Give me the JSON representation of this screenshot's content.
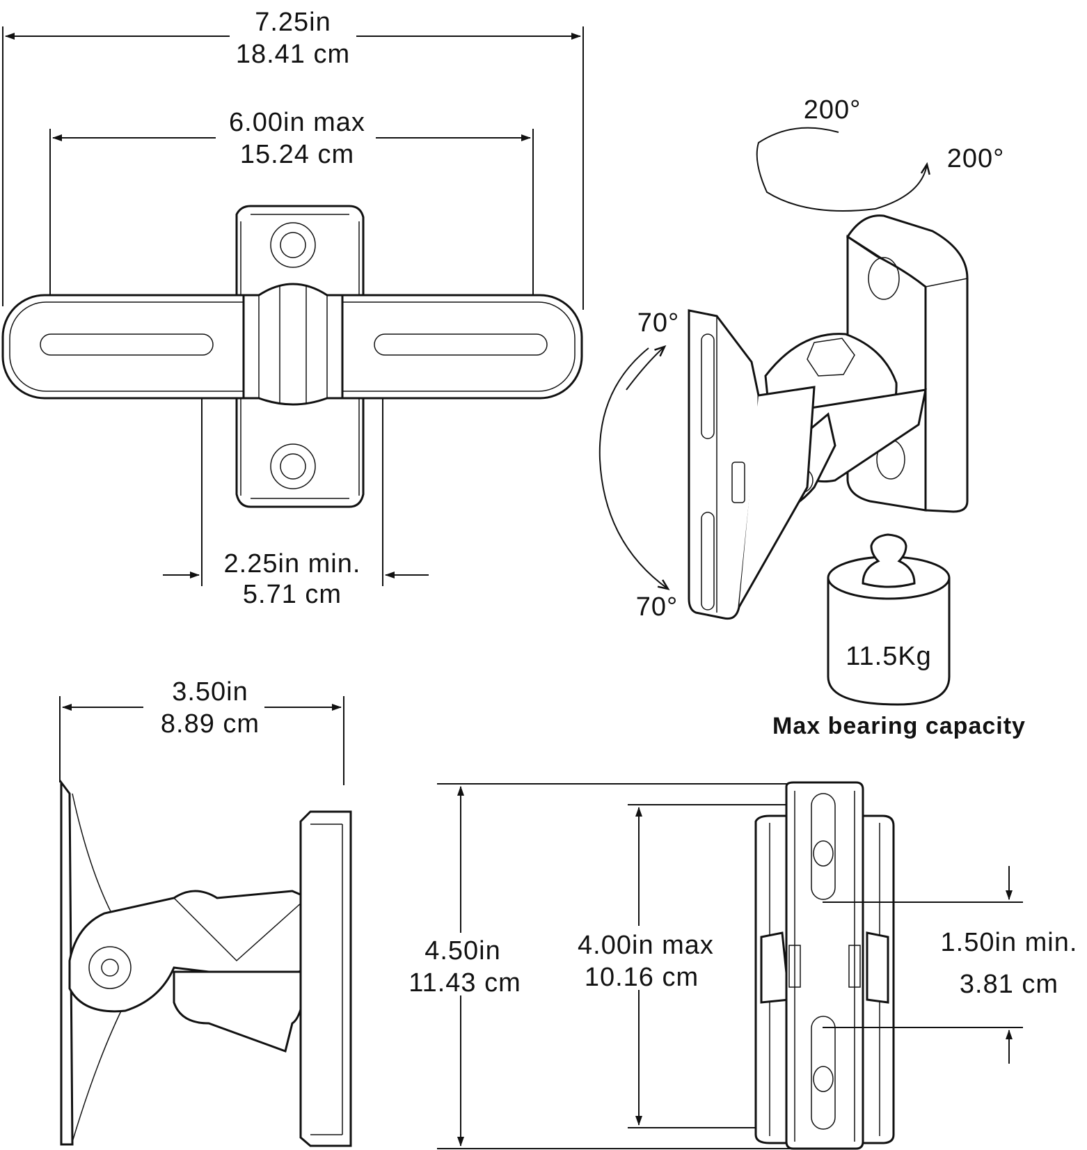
{
  "dimensions": {
    "overall_width": {
      "imperial": "7.25in",
      "metric": "18.41 cm"
    },
    "slot_span": {
      "imperial": "6.00in max",
      "metric": "15.24 cm"
    },
    "min_width": {
      "imperial": "2.25in min.",
      "metric": "5.71 cm"
    },
    "depth": {
      "imperial": "3.50in",
      "metric": "8.89 cm"
    },
    "overall_height": {
      "imperial": "4.50in",
      "metric": "11.43 cm"
    },
    "slot_height": {
      "imperial": "4.00in max",
      "metric": "10.16 cm"
    },
    "min_height": {
      "imperial": "1.50in min.",
      "metric": "3.81 cm"
    }
  },
  "rotation": {
    "swivel_1": "200°",
    "swivel_2": "200°",
    "tilt_up": "70°",
    "tilt_down": "70°"
  },
  "weight": {
    "value": "11.5Kg",
    "caption": "Max bearing capacity"
  }
}
